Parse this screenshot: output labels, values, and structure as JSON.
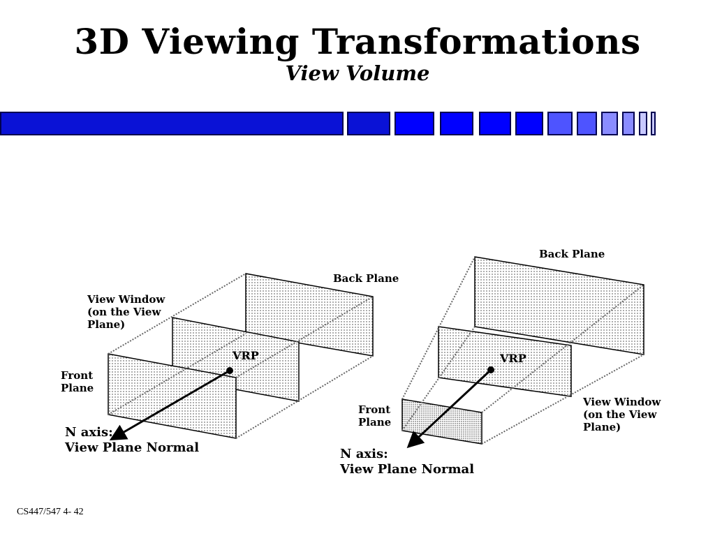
{
  "slide": {
    "title": "3D Viewing Transformations",
    "subtitle": "View Volume",
    "footer": "CS447/547 4- 42"
  },
  "colors": {
    "bar_dark": "#0a12d6",
    "bar_mid": "#0000ff",
    "bar_light": "#4e54ff",
    "bar_lighter": "#8a8cff"
  },
  "left_diagram": {
    "back_plane_label": "Back Plane",
    "view_window_label": "View Window\n(on the View\nPlane)",
    "front_plane_label": "Front\nPlane",
    "vrp_label": "VRP",
    "n_axis_label": "N axis:\nView Plane Normal"
  },
  "right_diagram": {
    "back_plane_label": "Back Plane",
    "view_window_label": "View Window\n(on the View\nPlane)",
    "front_plane_label": "Front\nPlane",
    "vrp_label": "VRP",
    "n_axis_label": "N axis:\nView Plane Normal"
  }
}
